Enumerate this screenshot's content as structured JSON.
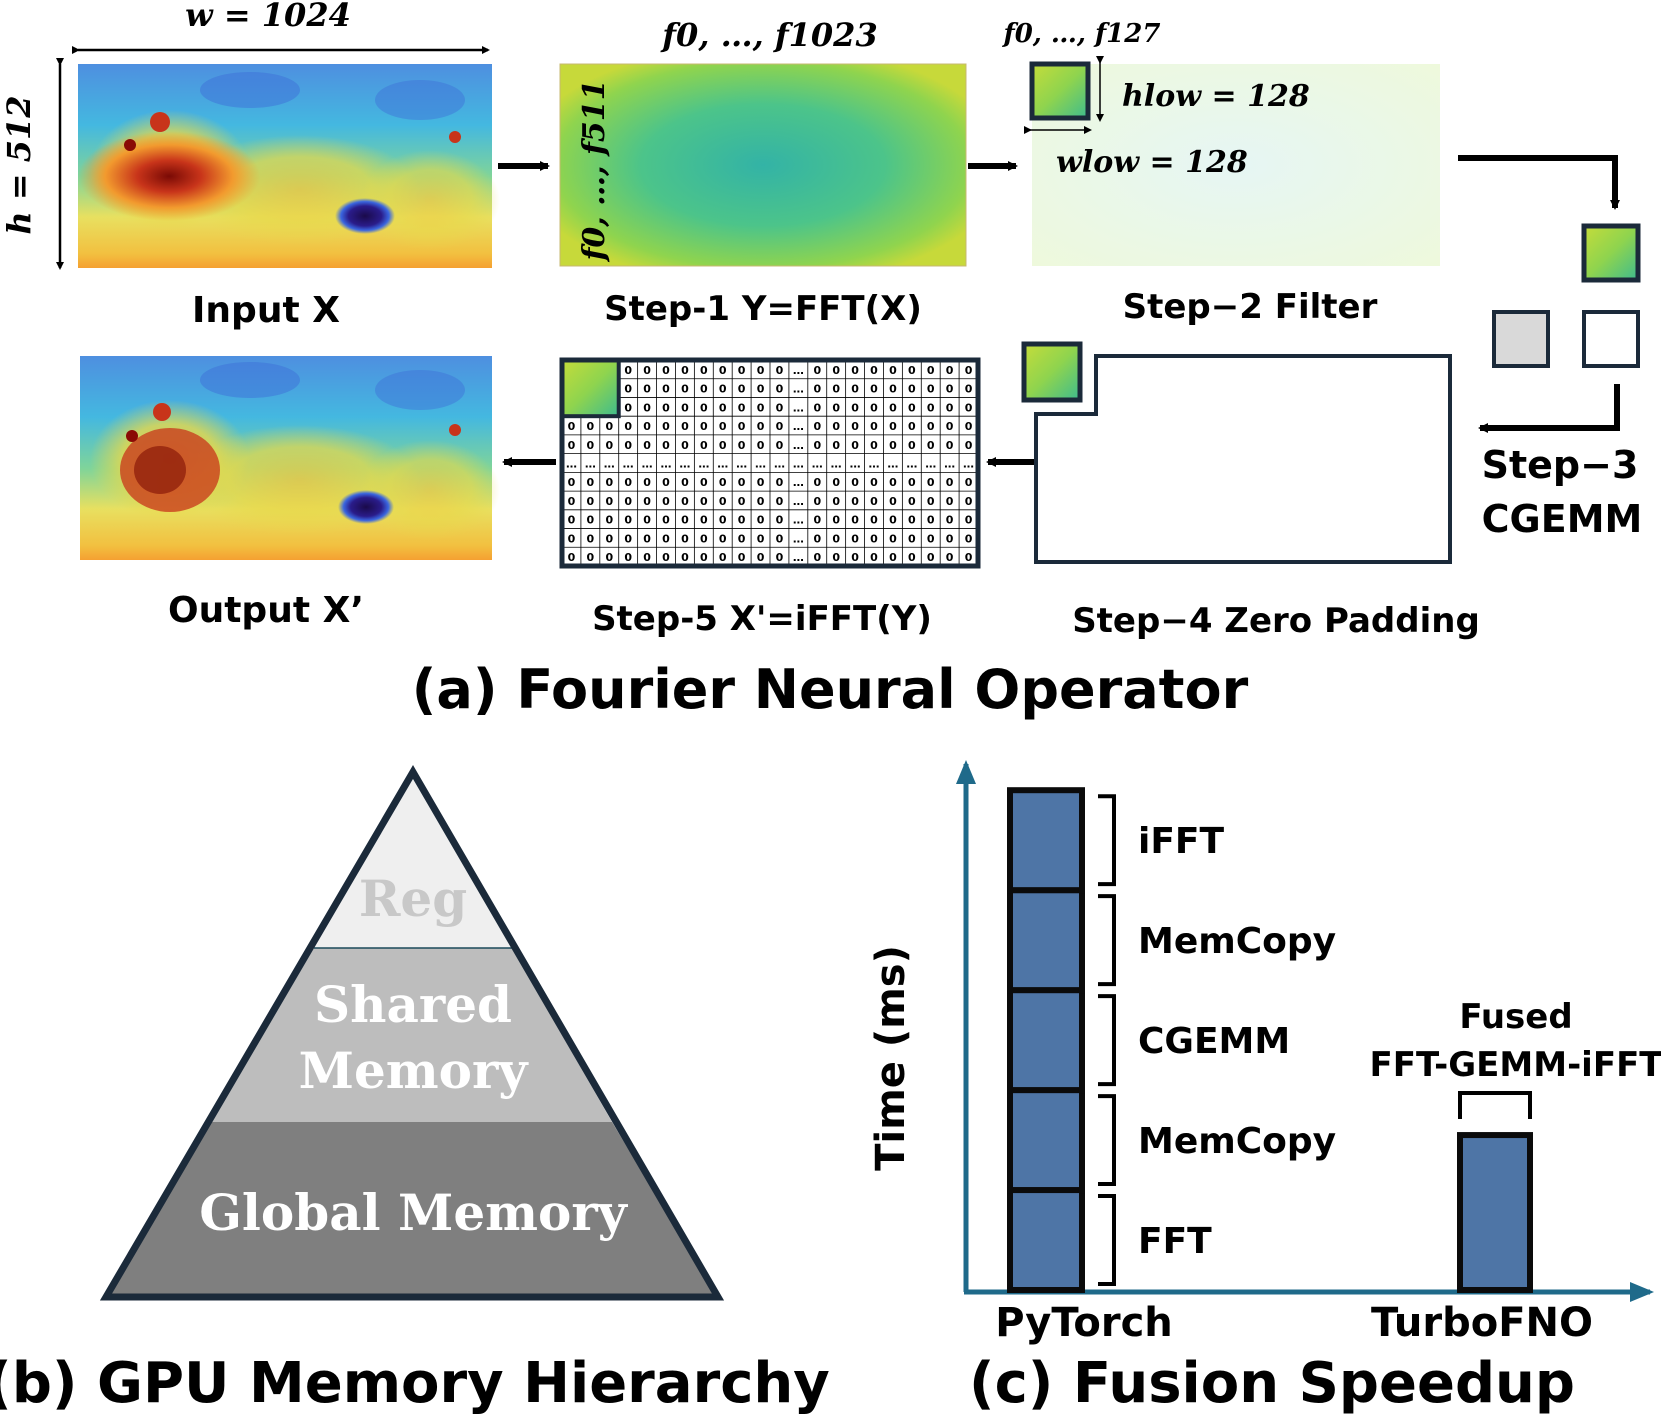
{
  "colors": {
    "bar": "#4e75a6",
    "axis": "#1f6a8a",
    "reg": "#efefef",
    "shared": "#bdbdbd",
    "global": "#7f7f7f",
    "green_map": "#8fd44e",
    "outline": "#1b2a3a"
  },
  "fno": {
    "title": "(a) Fourier Neural Operator",
    "width_label": "w = 1024",
    "height_label": "h = 512",
    "input_label": "Input X",
    "step1_label": "Step-1 Y=FFT(X)",
    "step1_top": "f0, …, f1023",
    "step1_side": "f0, …, f511",
    "step2_label": "Step−2 Filter",
    "step2_top": "f0, …, f127",
    "h_low": "hlow = 128",
    "w_low": "wlow = 128",
    "step3_line1": "Step−3",
    "step3_line2": "CGEMM",
    "step4_label": "Step−4 Zero Padding",
    "step5_label": "Step-5 X'=iFFT(Y)",
    "output_label": "Output X’",
    "grid_zero": "0",
    "grid_ellipsis": "…"
  },
  "memory": {
    "title": "(b) GPU Memory Hierarchy",
    "levels": [
      {
        "label": "Reg"
      },
      {
        "label": "Shared Memory"
      },
      {
        "label": "Global Memory"
      }
    ]
  },
  "speedup": {
    "title": "(c) Fusion Speedup",
    "ylabel": "Time (ms)",
    "pytorch_label": "PyTorch",
    "turbo_label": "TurboFNO",
    "segments": [
      "FFT",
      "MemCopy",
      "CGEMM",
      "MemCopy",
      "iFFT"
    ],
    "fused_line1": "Fused",
    "fused_line2": "FFT-GEMM-iFFT"
  },
  "chart_data": {
    "type": "bar",
    "categories": [
      "PyTorch",
      "TurboFNO"
    ],
    "series": [
      {
        "name": "FFT",
        "values": [
          1,
          0
        ]
      },
      {
        "name": "MemCopy",
        "values": [
          1,
          0
        ]
      },
      {
        "name": "CGEMM",
        "values": [
          1,
          0
        ]
      },
      {
        "name": "MemCopy",
        "values": [
          1,
          0
        ]
      },
      {
        "name": "iFFT",
        "values": [
          1,
          0
        ]
      },
      {
        "name": "Fused FFT-GEMM-iFFT",
        "values": [
          0,
          1.55
        ]
      }
    ],
    "stacked": true,
    "title": "(c) Fusion Speedup",
    "xlabel": "",
    "ylabel": "Time (ms)",
    "ylim": [
      0,
      5.2
    ],
    "grid": false
  }
}
